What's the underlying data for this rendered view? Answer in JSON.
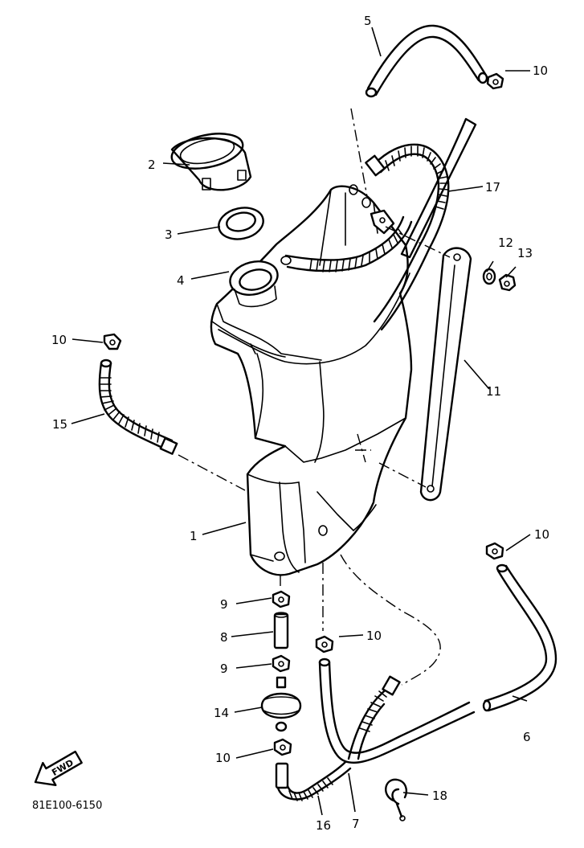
{
  "labels": {
    "l1": "1",
    "l2": "2",
    "l3": "3",
    "l4": "4",
    "l5": "5",
    "l6": "6",
    "l7": "7",
    "l8": "8",
    "l9a": "9",
    "l9b": "9",
    "l10a": "10",
    "l10b": "10",
    "l10c": "10",
    "l10d": "10",
    "l10e": "10",
    "l11": "11",
    "l12": "12",
    "l13": "13",
    "l14": "14",
    "l15": "15",
    "l16": "16",
    "l17": "17",
    "l18": "18"
  },
  "fwd_label": "FWD",
  "diagram_code": "81E100-6150"
}
